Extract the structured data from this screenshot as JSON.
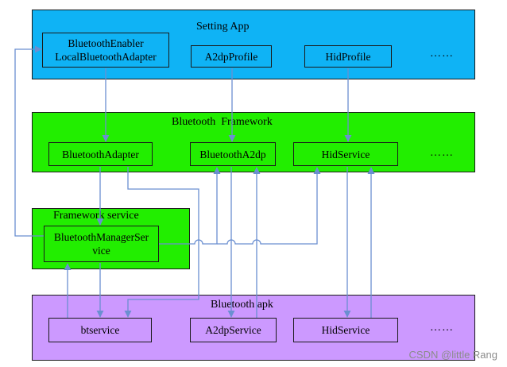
{
  "colors": {
    "setting_app": "#0fb3f5",
    "framework": "#22ee00",
    "framework_service": "#22ee00",
    "bluetooth_apk": "#cc99ff",
    "connector": "#6b8fd1"
  },
  "setting_app": {
    "title": "Setting App",
    "nodes": {
      "bluetooth_enabler_line1": "BluetoothEnabler",
      "bluetooth_enabler_line2": "LocalBluetoothAdapter",
      "a2dp_profile": "A2dpProfile",
      "hid_profile": "HidProfile"
    },
    "ellipsis": "……"
  },
  "framework": {
    "title": "Bluetooth  Framework",
    "nodes": {
      "bluetooth_adapter": "BluetoothAdapter",
      "bluetooth_a2dp": "BluetoothA2dp",
      "hid_service": "HidService"
    },
    "ellipsis": "……"
  },
  "framework_service": {
    "title": "Framework service",
    "nodes": {
      "manager_line1": "BluetoothManagerSer",
      "manager_line2": "vice"
    }
  },
  "bluetooth_apk": {
    "title": "Bluetooth apk",
    "nodes": {
      "btservice": "btservice",
      "a2dp_service": "A2dpService",
      "hid_service": "HidService"
    },
    "ellipsis": "……"
  },
  "watermark": "CSDN @little Rang"
}
